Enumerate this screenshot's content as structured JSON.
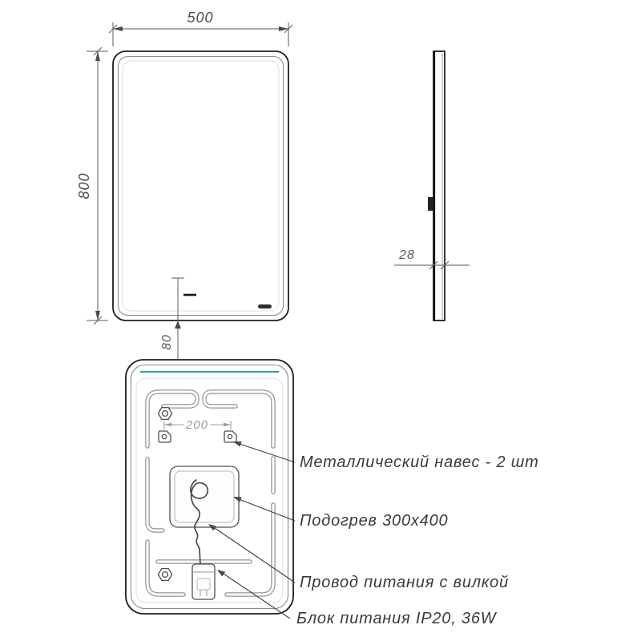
{
  "colors": {
    "led_accent": "#35a596"
  },
  "drawing": {
    "front_view": {
      "width_dim": "500",
      "height_dim": "800",
      "sensor_offset_dim": "80"
    },
    "side_view": {
      "thickness_dim": "28"
    },
    "back_view": {
      "hanger_spacing_dim": "200"
    },
    "callouts": {
      "hanger": "Металлический навес - 2 шт",
      "heater": "Подогрев 300x400",
      "cord": "Провод питания с вилкой",
      "power": "Блок питания IP20, 36W"
    }
  }
}
